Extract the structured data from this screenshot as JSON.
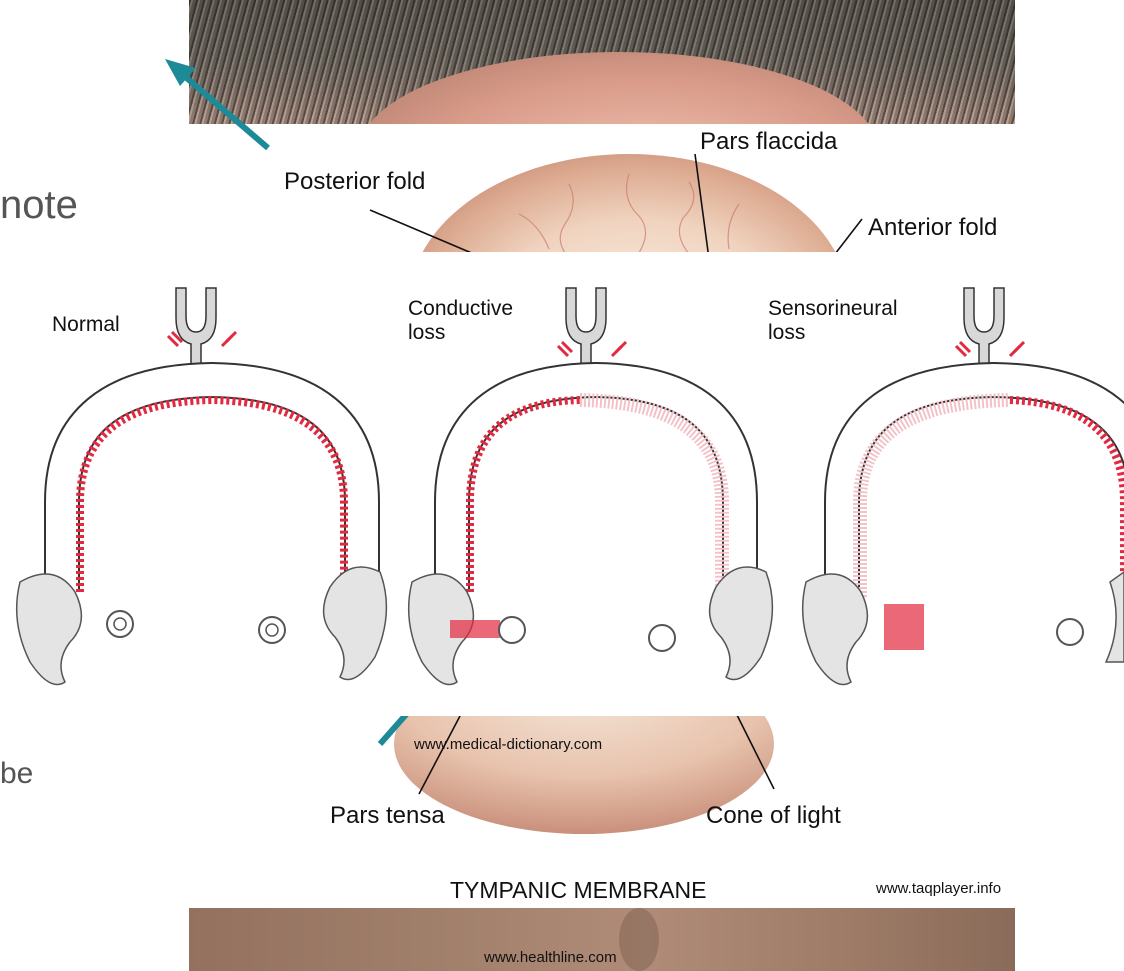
{
  "slide_text": {
    "partial_word_top": "note",
    "partial_word_bottom": "be"
  },
  "tympanic_membrane": {
    "labels": {
      "pars_flaccida": "Pars flaccida",
      "posterior_fold": "Posterior fold",
      "anterior_fold": "Anterior fold",
      "pars_tensa": "Pars tensa",
      "cone_of_light": "Cone of light"
    },
    "caption": "TYMPANIC MEMBRANE"
  },
  "hearing_test": {
    "panels": [
      {
        "label_line1": "Normal",
        "label_line2": ""
      },
      {
        "label_line1": "Conductive",
        "label_line2": "loss"
      },
      {
        "label_line1": "Sensorineural",
        "label_line2": "loss"
      }
    ]
  },
  "credits": {
    "medical_dictionary": "www.medical-dictionary.com",
    "taqplayer": "www.taqplayer.info",
    "healthline": "www.healthline.com"
  },
  "colors": {
    "arrow": "#1d8a98",
    "sound": "#e3283f",
    "text": "#555555"
  }
}
